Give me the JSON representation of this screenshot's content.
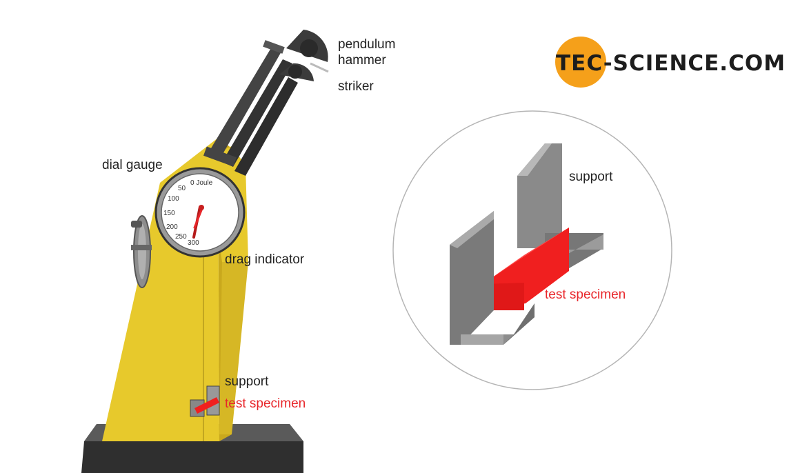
{
  "logo": {
    "text": "TEC-SCIENCE.COM",
    "circle_color": "#f5a01a"
  },
  "labels": {
    "pendulum_line1": "pendulum",
    "pendulum_line2": "hammer",
    "striker": "striker",
    "dial_gauge": "dial gauge",
    "drag_indicator": "drag indicator",
    "support_small": "support",
    "test_specimen_small": "test specimen",
    "support_detail": "support",
    "test_specimen_detail": "test specimen"
  },
  "dial": {
    "unit": "0 Joule",
    "ticks": [
      "50",
      "100",
      "150",
      "200",
      "250",
      "300"
    ]
  },
  "colors": {
    "machine": "#e7c92c",
    "machine_dark": "#c9a81d",
    "base": "#3a3a3a",
    "specimen": "#f01f1f",
    "support": "#8a8a8a"
  }
}
